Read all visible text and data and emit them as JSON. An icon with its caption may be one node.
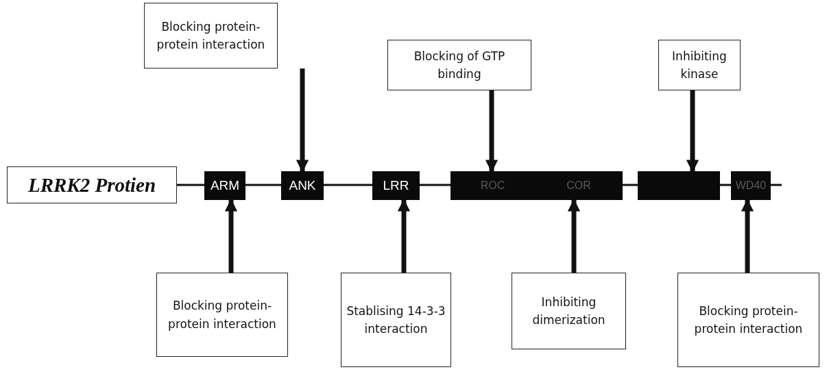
{
  "diagram": {
    "nodes": [
      {
        "text": [
          "Blocking protein-protein interaction"
        ]
      },
      {
        "text": [
          "Blocking of GTP binding"
        ]
      },
      {
        "text": [
          "Inhibiting kinase"
        ]
      },
      {
        "text": [
          "LRRK2 Protien"
        ]
      },
      {
        "text": [
          "ARM"
        ]
      },
      {
        "text": [
          "ANK"
        ]
      },
      {
        "text": [
          "LRR"
        ]
      },
      {
        "text": [
          "ROC"
        ]
      },
      {
        "text": [
          "COR"
        ]
      },
      {
        "text": [],
        "shape": "box"
      },
      {
        "text": [
          "WD40"
        ]
      },
      {
        "text": [
          "Blocking protein-protein interaction"
        ]
      },
      {
        "text": [
          "Stablising 14-3-3 interaction"
        ]
      },
      {
        "text": [
          "Inhibiting dimerization"
        ]
      },
      {
        "text": [
          "Blocking protein-protein interaction"
        ]
      }
    ],
    "edges": [
      {
        "from": 0,
        "to": 5,
        "arrow": "to",
        "style": "thick"
      },
      {
        "from": 1,
        "to": 7,
        "arrow": "to",
        "style": "thick"
      },
      {
        "from": 2,
        "to": 9,
        "arrow": "to",
        "style": "thick"
      },
      {
        "from": 11,
        "to": 4,
        "arrow": "to",
        "style": "thick"
      },
      {
        "from": 12,
        "to": 6,
        "arrow": "to",
        "style": "thick"
      },
      {
        "from": 13,
        "to": 8,
        "arrow": "to",
        "style": "thick"
      },
      {
        "from": 14,
        "to": 10,
        "arrow": "to",
        "style": "thick"
      },
      {
        "from": 3,
        "to": 4,
        "arrow": "none"
      },
      {
        "from": 4,
        "to": 5,
        "arrow": "none"
      },
      {
        "from": 5,
        "to": 6,
        "arrow": "none"
      },
      {
        "from": 6,
        "to": 7,
        "arrow": "none"
      },
      {
        "from": 8,
        "to": 9,
        "arrow": "none"
      },
      {
        "from": 9,
        "to": 10,
        "arrow": "none"
      },
      {
        "from": 10,
        "to": null,
        "arrow": "none"
      }
    ]
  }
}
